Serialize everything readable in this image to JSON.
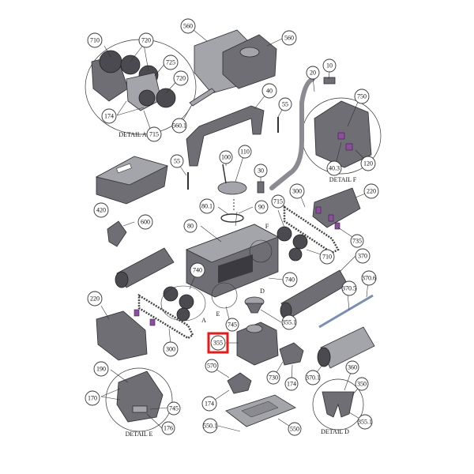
{
  "callouts": [
    {
      "id": "c710a",
      "label": "710"
    },
    {
      "id": "c720a",
      "label": "720"
    },
    {
      "id": "c725",
      "label": "725"
    },
    {
      "id": "c720b",
      "label": "720"
    },
    {
      "id": "c174a",
      "label": "174"
    },
    {
      "id": "c715a",
      "label": "715"
    },
    {
      "id": "c560a",
      "label": "560"
    },
    {
      "id": "c560b",
      "label": "560"
    },
    {
      "id": "c560c",
      "label": "560.1"
    },
    {
      "id": "c10",
      "label": "10"
    },
    {
      "id": "c20",
      "label": "20"
    },
    {
      "id": "c750",
      "label": "750"
    },
    {
      "id": "c40",
      "label": "40"
    },
    {
      "id": "c55a",
      "label": "55"
    },
    {
      "id": "c403",
      "label": "40.3"
    },
    {
      "id": "c120",
      "label": "120"
    },
    {
      "id": "c110",
      "label": "110"
    },
    {
      "id": "c100",
      "label": "100"
    },
    {
      "id": "c55b",
      "label": "55"
    },
    {
      "id": "c30",
      "label": "30"
    },
    {
      "id": "c420",
      "label": "420"
    },
    {
      "id": "c300a",
      "label": "300"
    },
    {
      "id": "c220a",
      "label": "220"
    },
    {
      "id": "c801",
      "label": "80.1"
    },
    {
      "id": "c90",
      "label": "90"
    },
    {
      "id": "c715b",
      "label": "715"
    },
    {
      "id": "c600",
      "label": "600"
    },
    {
      "id": "c80",
      "label": "80"
    },
    {
      "id": "c735",
      "label": "735"
    },
    {
      "id": "c710b",
      "label": "710"
    },
    {
      "id": "c370",
      "label": "370"
    },
    {
      "id": "c740a",
      "label": "740"
    },
    {
      "id": "c740b",
      "label": "740"
    },
    {
      "id": "c3706",
      "label": "370.6"
    },
    {
      "id": "c3705",
      "label": "370.5"
    },
    {
      "id": "c220b",
      "label": "220"
    },
    {
      "id": "c3551",
      "label": "355.1"
    },
    {
      "id": "c745a",
      "label": "745"
    },
    {
      "id": "c355",
      "label": "355"
    },
    {
      "id": "c300b",
      "label": "300"
    },
    {
      "id": "c570",
      "label": "570"
    },
    {
      "id": "c730",
      "label": "730"
    },
    {
      "id": "c174b",
      "label": "174"
    },
    {
      "id": "c3701",
      "label": "370.1"
    },
    {
      "id": "c190",
      "label": "190"
    },
    {
      "id": "c360",
      "label": "360"
    },
    {
      "id": "c170",
      "label": "170"
    },
    {
      "id": "c174c",
      "label": "174"
    },
    {
      "id": "c350",
      "label": "350"
    },
    {
      "id": "c745b",
      "label": "745"
    },
    {
      "id": "c5501",
      "label": "550.1"
    },
    {
      "id": "c550",
      "label": "550"
    },
    {
      "id": "c176",
      "label": "176"
    },
    {
      "id": "c3551b",
      "label": "355.1"
    }
  ],
  "details": {
    "a": "DETAIL A",
    "f": "DETAIL F",
    "e": "DETAIL E",
    "d": "DETAIL D"
  },
  "letters": {
    "f": "F",
    "d": "D",
    "a": "A",
    "e": "E"
  },
  "highlight": {
    "target": "355",
    "color": "#e41b1b"
  }
}
